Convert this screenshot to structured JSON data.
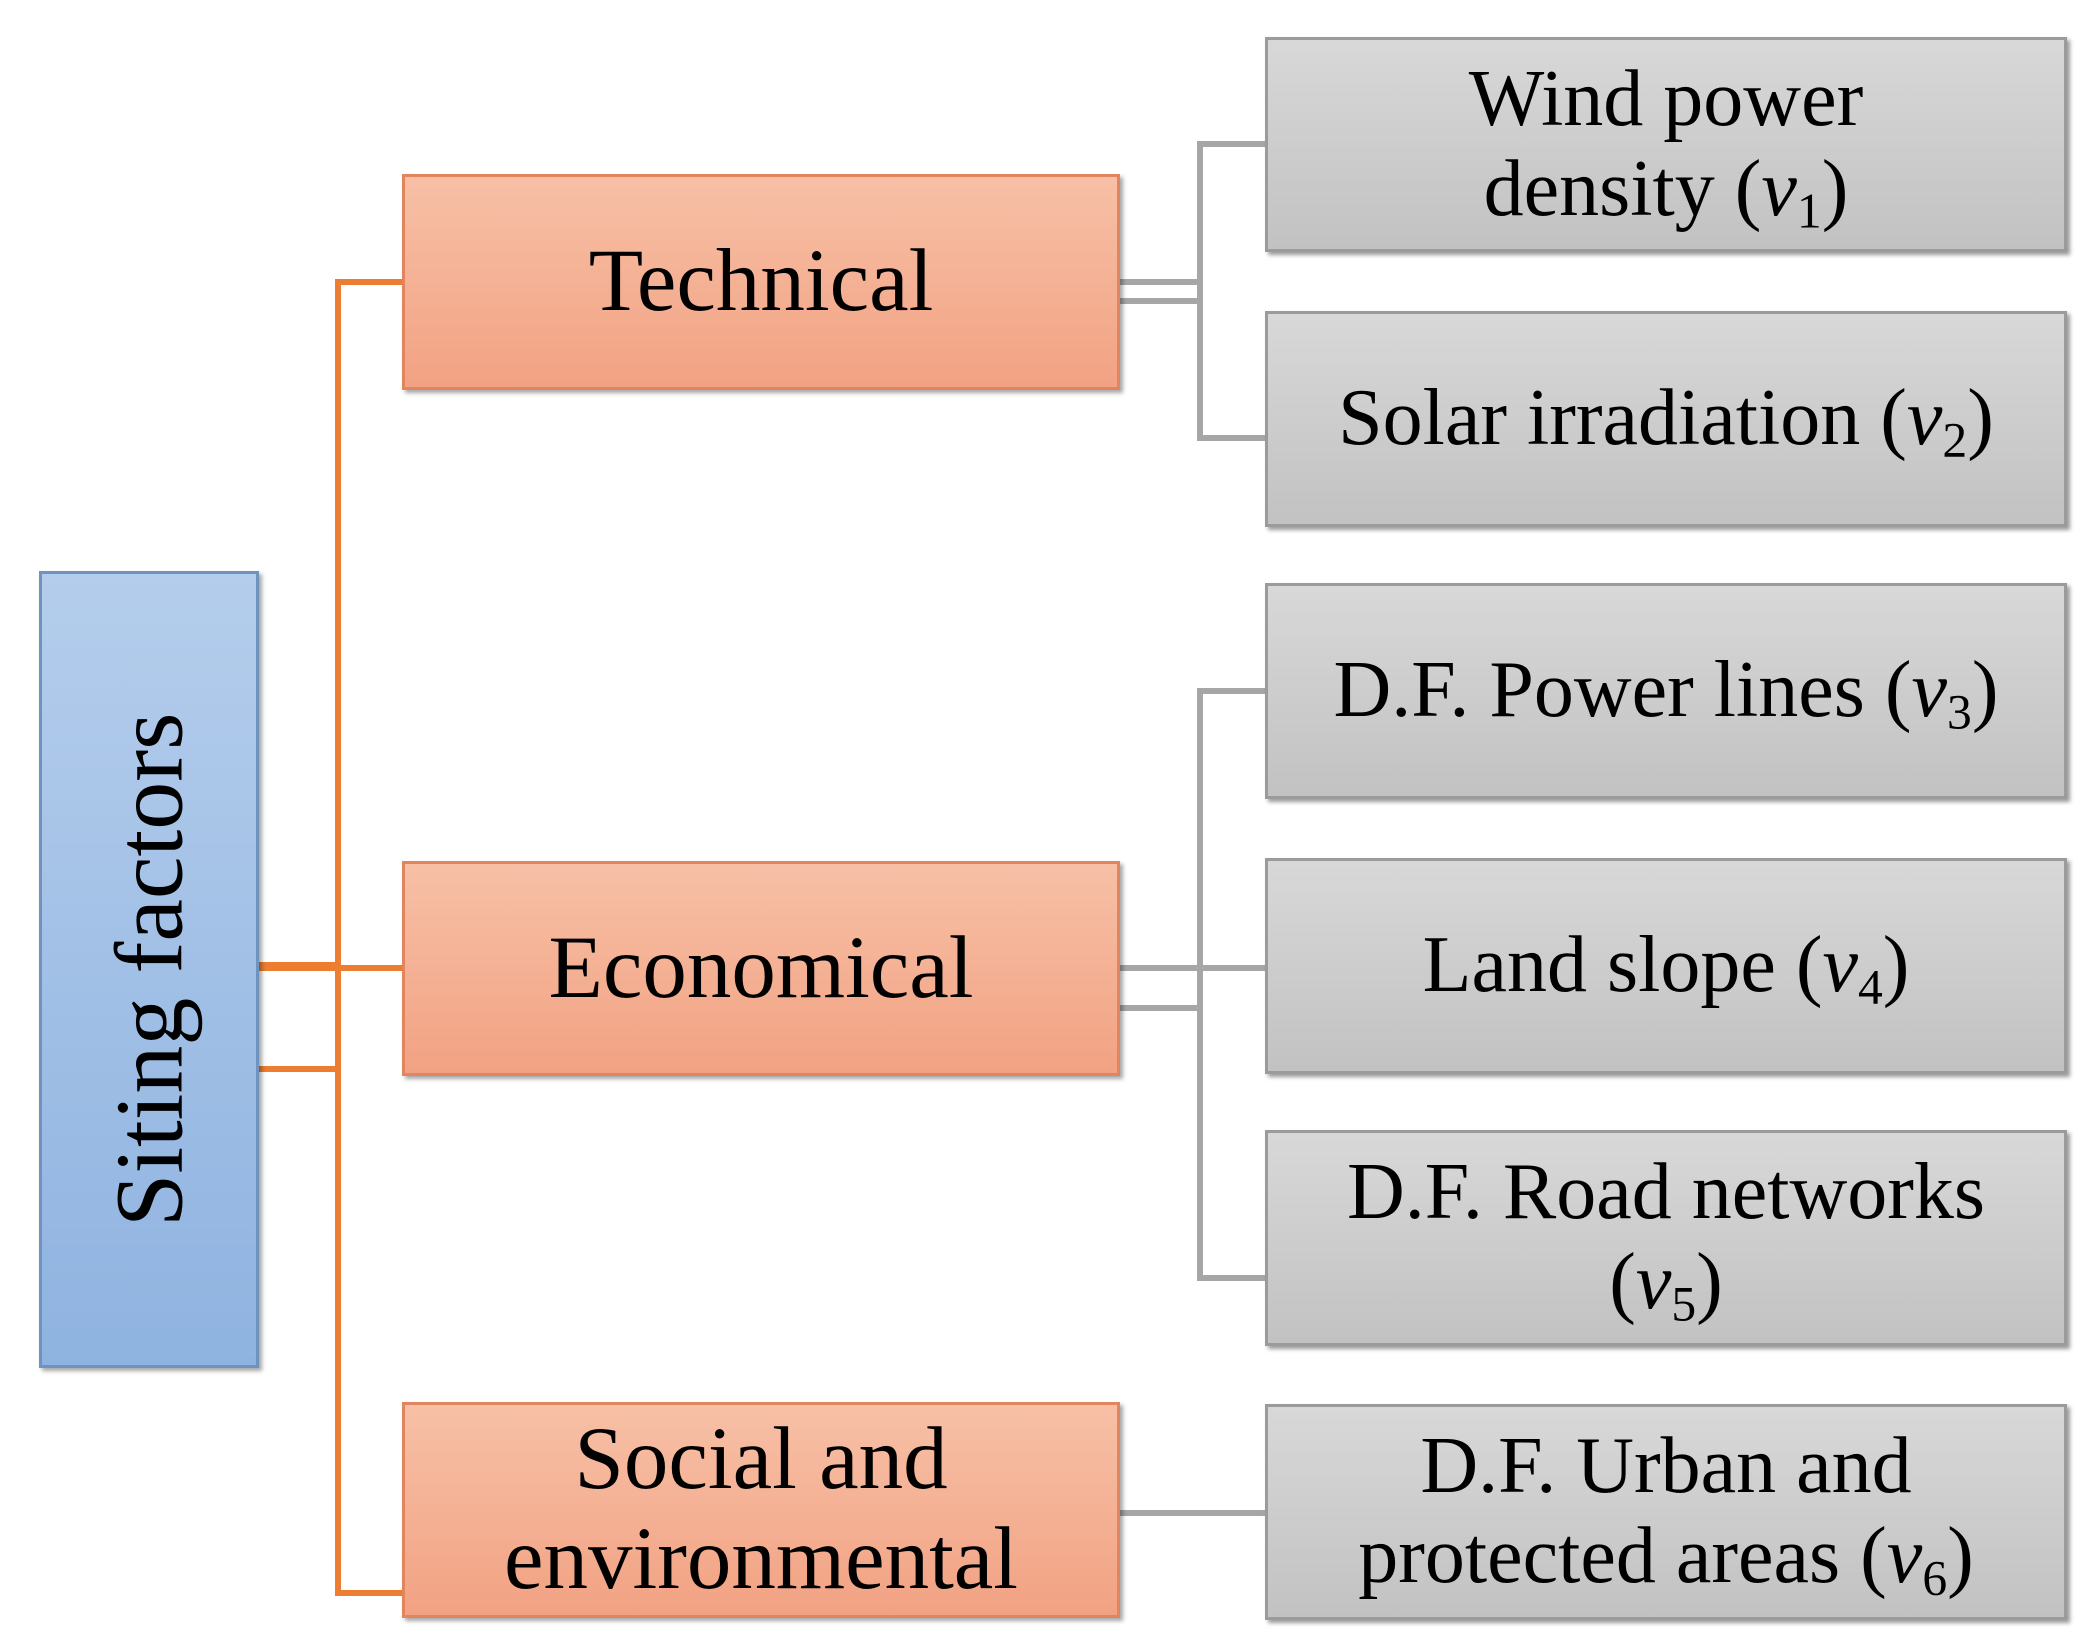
{
  "root": {
    "label": "Siting factors"
  },
  "categories": [
    {
      "lines": [
        "Technical"
      ]
    },
    {
      "lines": [
        "Economical"
      ]
    },
    {
      "lines": [
        "Social and",
        "environmental"
      ]
    }
  ],
  "factors": [
    {
      "text_lines": [
        "Wind power",
        "density ("
      ],
      "var": "v",
      "sub": "1",
      "after": ")"
    },
    {
      "text_lines": [
        "Solar irradiation ("
      ],
      "var": "v",
      "sub": "2",
      "after": ")"
    },
    {
      "text_lines": [
        "D.F. Power lines ("
      ],
      "var": "v",
      "sub": "3",
      "after": ")"
    },
    {
      "text_lines": [
        "Land slope ("
      ],
      "var": "v",
      "sub": "4",
      "after": ")"
    },
    {
      "text_lines": [
        "D.F. Road networks",
        "("
      ],
      "var": "v",
      "sub": "5",
      "after": ")"
    },
    {
      "text_lines": [
        "D.F. Urban and",
        "protected areas ("
      ],
      "var": "v",
      "sub": "6",
      "after": ")"
    }
  ],
  "colors": {
    "root_fill": "#9dbde6",
    "category_fill": "#f4ad8f",
    "factor_fill": "#cccccc",
    "root_connector": "#ed7d31",
    "factor_connector": "#a6a6a6"
  }
}
